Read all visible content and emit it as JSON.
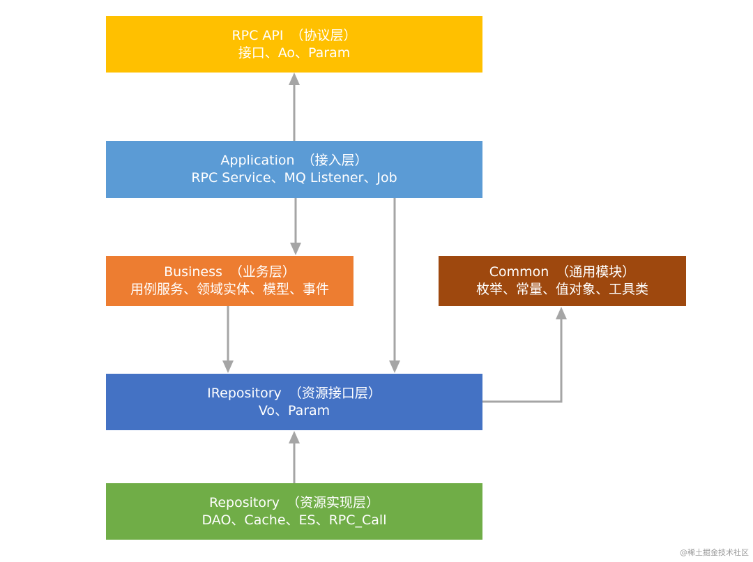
{
  "colors": {
    "rpc_api": "#FFC000",
    "application": "#5B9BD5",
    "business": "#ED7D31",
    "common": "#9E480E",
    "irepository": "#4472C4",
    "repository": "#70AD47",
    "arrow": "#A5A5A5"
  },
  "boxes": {
    "rpc_api": {
      "name": "RPC API",
      "layer": "（协议层）",
      "detail": "接口、Ao、Param"
    },
    "application": {
      "name": "Application",
      "layer": "（接入层）",
      "detail": "RPC Service、MQ Listener、Job"
    },
    "business": {
      "name": "Business",
      "layer": "（业务层）",
      "detail": "用例服务、领域实体、模型、事件"
    },
    "common": {
      "name": "Common",
      "layer": "（通用模块）",
      "detail": "枚举、常量、值对象、工具类"
    },
    "irepository": {
      "name": "IRepository",
      "layer": "（资源接口层）",
      "detail": "Vo、Param"
    },
    "repository": {
      "name": "Repository",
      "layer": "（资源实现层）",
      "detail": "DAO、Cache、ES、RPC_Call"
    }
  },
  "connections": [
    {
      "from": "application",
      "to": "rpc_api"
    },
    {
      "from": "application",
      "to": "business"
    },
    {
      "from": "application",
      "to": "irepository"
    },
    {
      "from": "business",
      "to": "irepository"
    },
    {
      "from": "irepository",
      "to": "common"
    },
    {
      "from": "repository",
      "to": "irepository"
    }
  ],
  "watermark": "@稀土掘金技术社区"
}
